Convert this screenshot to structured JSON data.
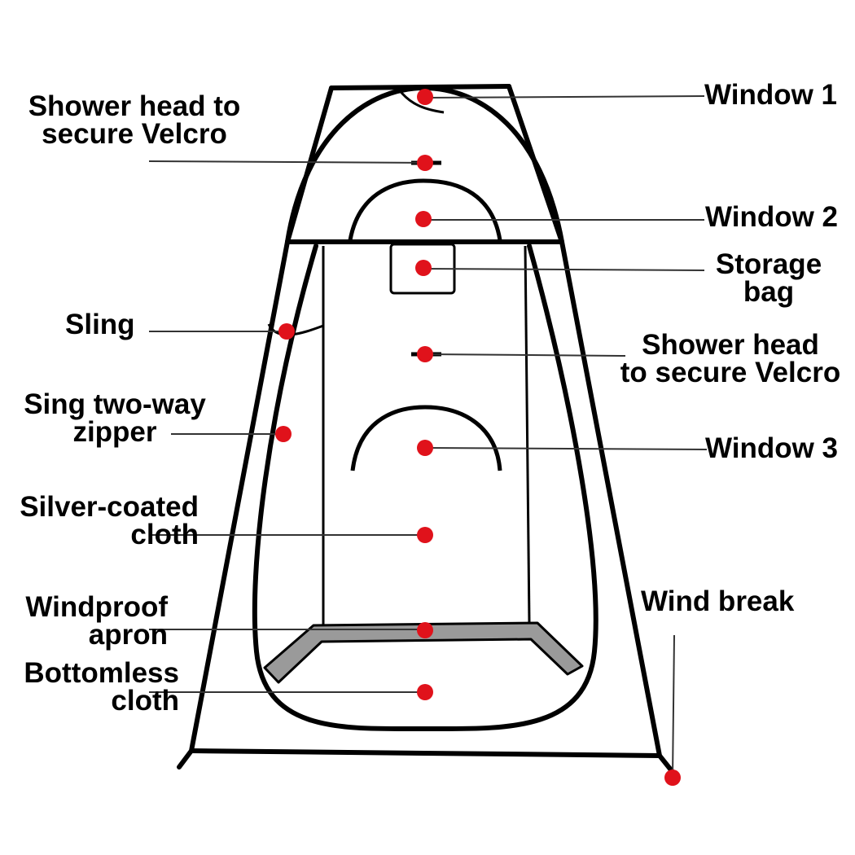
{
  "colors": {
    "ink": "#000000",
    "dot": "#e0121b",
    "apron": "#9a9a9a",
    "leader": "#333333"
  },
  "labels": {
    "window1": "Window 1",
    "shower_top": [
      "Shower head to",
      "secure Velcro"
    ],
    "window2": "Window 2",
    "storage_bag": [
      "Storage",
      "bag"
    ],
    "sling": "Sling",
    "shower_mid": [
      "Shower head",
      "to secure Velcro"
    ],
    "zipper": [
      "Sing two-way",
      "zipper"
    ],
    "window3": "Window 3",
    "silver_cloth": [
      "Silver-coated",
      "cloth"
    ],
    "wind_break": "Wind break",
    "windproof_apron": [
      "Windproof",
      "apron"
    ],
    "bottomless_cloth": [
      "Bottomless",
      "cloth"
    ]
  }
}
